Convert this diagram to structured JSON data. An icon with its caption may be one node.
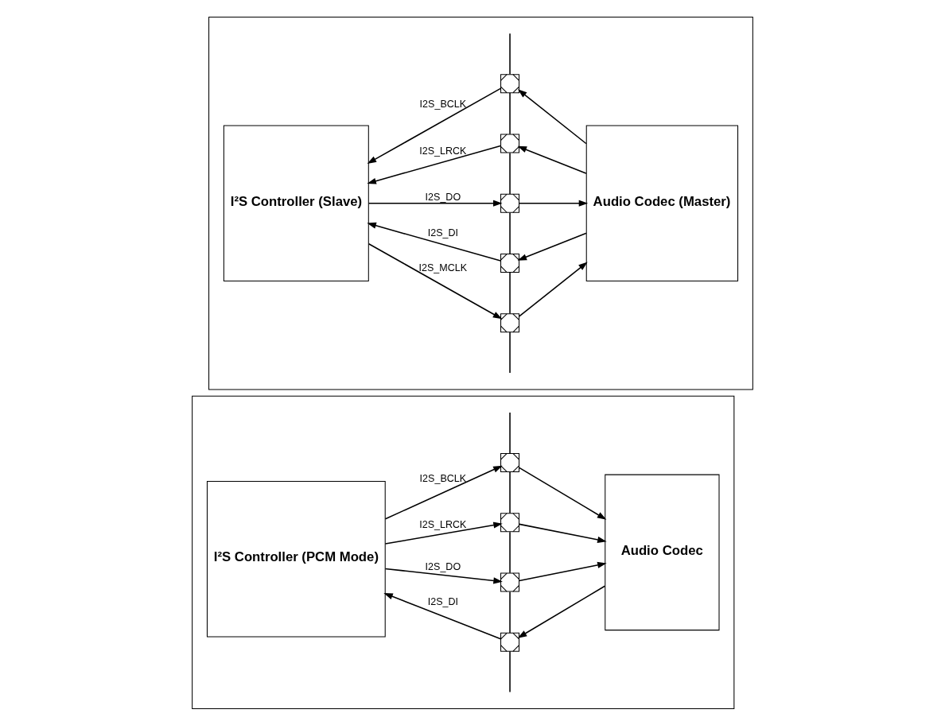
{
  "diagram": {
    "nodes": [
      {
        "text": [],
        "shape": "box"
      },
      {
        "text": [
          "I²S Controller (Slave)"
        ],
        "in": 0
      },
      {
        "text": [],
        "shape": "box",
        "in": 0
      },
      {
        "text": [],
        "shape": "box",
        "in": 0
      },
      {
        "text": [],
        "shape": "box",
        "in": 0
      },
      {
        "text": [],
        "shape": "box",
        "in": 0
      },
      {
        "text": [],
        "shape": "box",
        "in": 0
      },
      {
        "text": [
          "Audio Codec (Master)"
        ],
        "in": 0
      },
      {
        "text": [],
        "shape": "box"
      },
      {
        "text": [
          "I²S Controller (PCM Mode)"
        ],
        "in": 8
      },
      {
        "text": [],
        "shape": "box",
        "in": 8
      },
      {
        "text": [],
        "shape": "box",
        "in": 8
      },
      {
        "text": [],
        "shape": "box",
        "in": 8
      },
      {
        "text": [],
        "shape": "box",
        "in": 8
      },
      {
        "text": [
          "Audio Codec"
        ],
        "in": 8
      }
    ],
    "edges": [
      {
        "from": 7,
        "to": 2,
        "arrow": "to"
      },
      {
        "from": 2,
        "to": 1,
        "arrow": "to",
        "label": "I2S_BCLK"
      },
      {
        "from": 7,
        "to": 3,
        "arrow": "to"
      },
      {
        "from": 3,
        "to": 1,
        "arrow": "to",
        "label": "I2S_LRCK"
      },
      {
        "from": 1,
        "to": 4,
        "arrow": "to",
        "label": "I2S_DO"
      },
      {
        "from": 4,
        "to": 7,
        "arrow": "to"
      },
      {
        "from": 7,
        "to": 5,
        "arrow": "to"
      },
      {
        "from": 5,
        "to": 1,
        "arrow": "to",
        "label": "I2S_DI"
      },
      {
        "from": 1,
        "to": 6,
        "arrow": "to",
        "label": "I2S_MCLK"
      },
      {
        "from": 6,
        "to": 7,
        "arrow": "to"
      },
      {
        "from": null,
        "to": 2,
        "arrow": "none"
      },
      {
        "from": 2,
        "to": 3,
        "arrow": "none"
      },
      {
        "from": 3,
        "to": 4,
        "arrow": "none"
      },
      {
        "from": 4,
        "to": 5,
        "arrow": "none"
      },
      {
        "from": 5,
        "to": 6,
        "arrow": "none"
      },
      {
        "from": 6,
        "to": null,
        "arrow": "none"
      },
      {
        "from": 9,
        "to": 10,
        "arrow": "to",
        "label": "I2S_BCLK"
      },
      {
        "from": 10,
        "to": 14,
        "arrow": "to"
      },
      {
        "from": 9,
        "to": 11,
        "arrow": "to",
        "label": "I2S_LRCK"
      },
      {
        "from": 11,
        "to": 14,
        "arrow": "to"
      },
      {
        "from": 9,
        "to": 12,
        "arrow": "to",
        "label": "I2S_DO"
      },
      {
        "from": 12,
        "to": 14,
        "arrow": "to"
      },
      {
        "from": 14,
        "to": 13,
        "arrow": "to"
      },
      {
        "from": 13,
        "to": 9,
        "arrow": "to",
        "label": "I2S_DI"
      },
      {
        "from": null,
        "to": 10,
        "arrow": "none"
      },
      {
        "from": 10,
        "to": 11,
        "arrow": "none"
      },
      {
        "from": 11,
        "to": 12,
        "arrow": "none"
      },
      {
        "from": 12,
        "to": 13,
        "arrow": "none"
      },
      {
        "from": 13,
        "to": null,
        "arrow": "none"
      }
    ]
  }
}
